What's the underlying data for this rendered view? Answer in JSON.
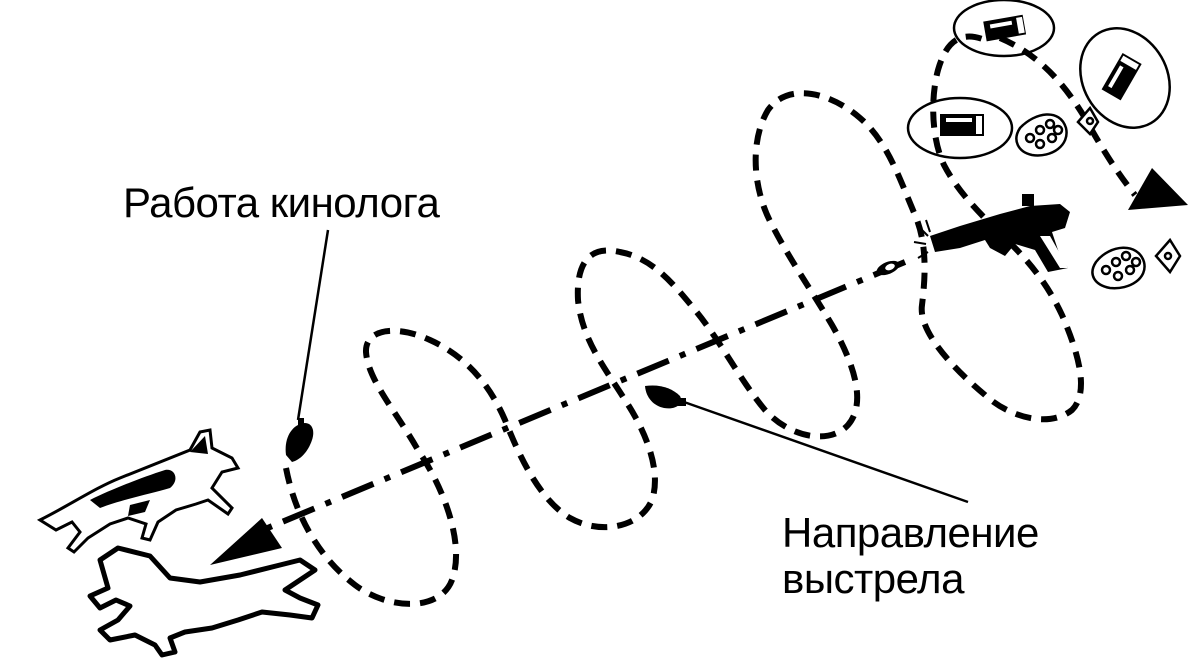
{
  "labels": {
    "dog_handler_work": "Работа кинолога",
    "shot_direction_line1": "Направление",
    "shot_direction_line2": "выстрела"
  },
  "colors": {
    "ink": "#000000",
    "paper": "#ffffff"
  },
  "icons": [
    "dog-icon",
    "body-outline-icon",
    "pistol-icon",
    "bullet-icon",
    "shell-casing-icon",
    "shoe-print-icon",
    "pointing-hand-icon"
  ]
}
